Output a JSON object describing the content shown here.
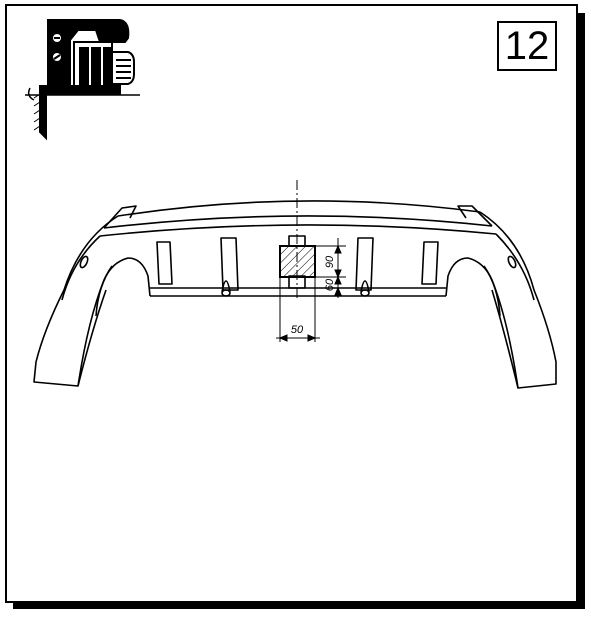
{
  "step": {
    "number": "12"
  },
  "tool": {
    "icon": "jigsaw-icon"
  },
  "dimensions": {
    "width_label": "50",
    "height_upper_label": "90",
    "height_lower_label": "60"
  },
  "colors": {
    "ink": "#000000",
    "paper": "#ffffff"
  }
}
